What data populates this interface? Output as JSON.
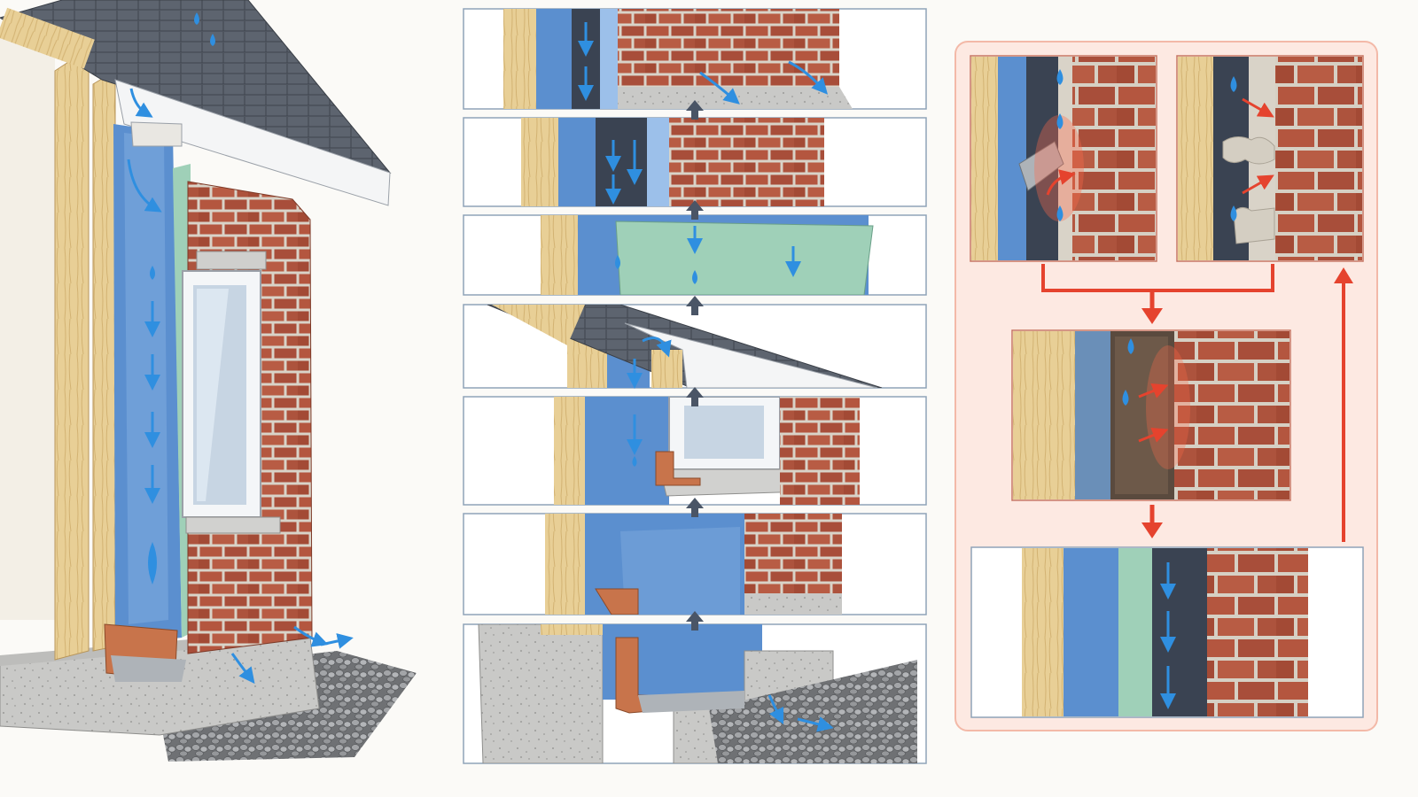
{
  "colors": {
    "background": "#fbfaf7",
    "wood": "#e8cf96",
    "wood_grain": "#c9a563",
    "wrap_blue": "#5b8fcf",
    "wrap_blue_light": "#9cc0ea",
    "cavity": "#3a4352",
    "brick": "#b4563f",
    "mortar": "#d9d3c8",
    "concrete": "#c9c9c7",
    "gravel": "#8f9194",
    "flashing": "#c8744b",
    "membrane_green": "#9fd0b8",
    "shingle": "#59606b",
    "water_arrow": "#2f8fe0",
    "problem_red": "#e5432e",
    "problem_panel": "#fde9e2",
    "step_arrow": "#4a5566"
  },
  "panels": {
    "main_cutaway": {
      "content": "house-wall-cutaway",
      "icons": [
        "rain-drop-icon",
        "down-arrow-icon",
        "drain-out-arrow-icon"
      ]
    },
    "layer_steps": [
      {
        "layer": "weep-holes"
      },
      {
        "layer": "drainage-cavity"
      },
      {
        "layer": "housewrap-lap"
      },
      {
        "layer": "eave-flashing"
      },
      {
        "layer": "window-head-flashing"
      },
      {
        "layer": "through-wall-flashing"
      },
      {
        "layer": "foundation-drip-edge"
      }
    ],
    "problem_group": {
      "cases": [
        "flashing-defect",
        "mortar-bridging",
        "wet-sheathing",
        "clear-cavity"
      ]
    }
  }
}
